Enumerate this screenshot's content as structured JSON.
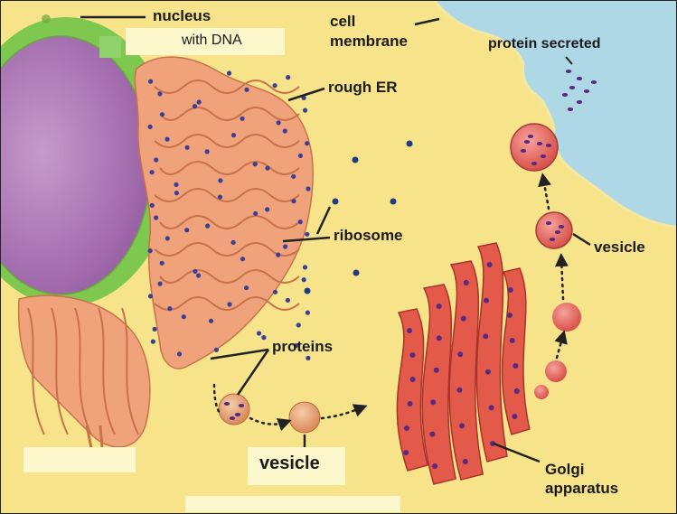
{
  "labels": {
    "nucleus": "nucleus",
    "with_dna": "with DNA",
    "cell": "cell",
    "membrane": "membrane",
    "protein_secreted": "protein secreted",
    "rough_er": "rough ER",
    "ribosome": "ribosome",
    "proteins": "proteins",
    "vesicle_right": "vesicle",
    "vesicle_bottom": "vesicle",
    "golgi": "Golgi",
    "apparatus": "apparatus"
  },
  "colors": {
    "cytoplasm": "#f7e48a",
    "outside": "#aed8e6",
    "nucleus_envelope": "#7ec850",
    "nucleoplasm": "#b07ab8",
    "rough_er": "#f0a27a",
    "golgi": "#e35a4a",
    "vesicle": "#e8706a",
    "ribosome": "#3a3f98",
    "label_box": "#fdf7cc",
    "green_marker": "#8fd16a"
  }
}
